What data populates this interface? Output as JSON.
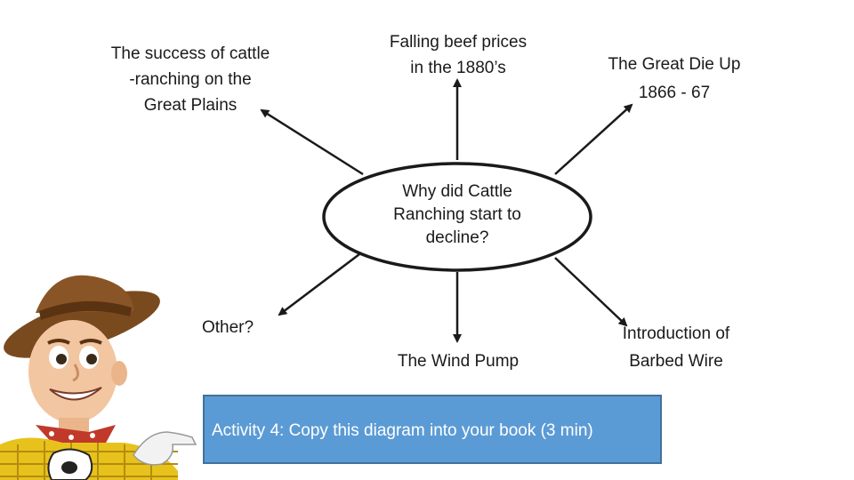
{
  "diagram": {
    "center": "Why did Cattle\nRanching start to\ndecline?",
    "branches": {
      "top_left": "The success of cattle\n-ranching on the\nGreat Plains",
      "top_center": "Falling beef prices\nin the 1880’s",
      "top_right": "The Great Die Up\n1866 - 67",
      "bottom_left": "Other?",
      "bottom_center": "The Wind Pump",
      "bottom_right": "Introduction of\nBarbed Wire"
    }
  },
  "activity": {
    "text": "Activity 4: Copy this diagram into your book (3 min)"
  },
  "colors": {
    "callout_fill": "#5b9bd5",
    "callout_border": "#41719c",
    "line": "#1a1a1a"
  }
}
